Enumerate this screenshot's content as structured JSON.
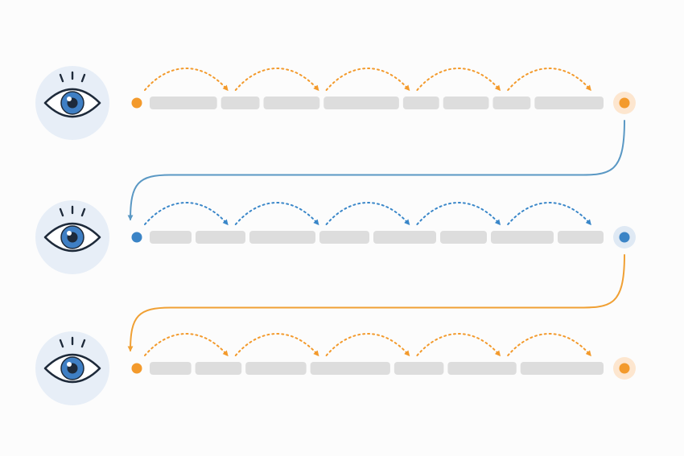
{
  "colors": {
    "background": "#fcfcfc",
    "orange": "#f39a2c",
    "blue": "#3a87c9",
    "blue_dot": "#3b84c6",
    "connector_blue": "#5a98c4",
    "connector_orange": "#f0a034",
    "word_bar": "#dddddd",
    "eye_circle": "#e7eef7",
    "eye_outline": "#1e2a3a",
    "iris": "#3f7fc4",
    "halo_orange": "#fde6cf",
    "halo_blue": "#dfe9f4"
  },
  "icons": {
    "reader_eye": "eye-icon",
    "start_marker": "start-dot-icon",
    "end_marker": "end-dot-icon",
    "saccade": "dotted-arc-arrow-icon",
    "return_sweep": "return-sweep-arrow-icon"
  },
  "lines": [
    {
      "accent": "orange",
      "word_bars": [
        84,
        48,
        70,
        94,
        45,
        57,
        47,
        86
      ],
      "saccade_count": 5
    },
    {
      "accent": "blue",
      "word_bars": [
        52,
        62,
        82,
        62,
        78,
        58,
        78,
        57
      ],
      "saccade_count": 5
    },
    {
      "accent": "orange",
      "word_bars": [
        52,
        58,
        76,
        100,
        62,
        86,
        104
      ],
      "saccade_count": 5
    }
  ],
  "return_sweeps": [
    {
      "from_line": 0,
      "to_line": 1,
      "color": "blue"
    },
    {
      "from_line": 1,
      "to_line": 2,
      "color": "orange"
    }
  ]
}
